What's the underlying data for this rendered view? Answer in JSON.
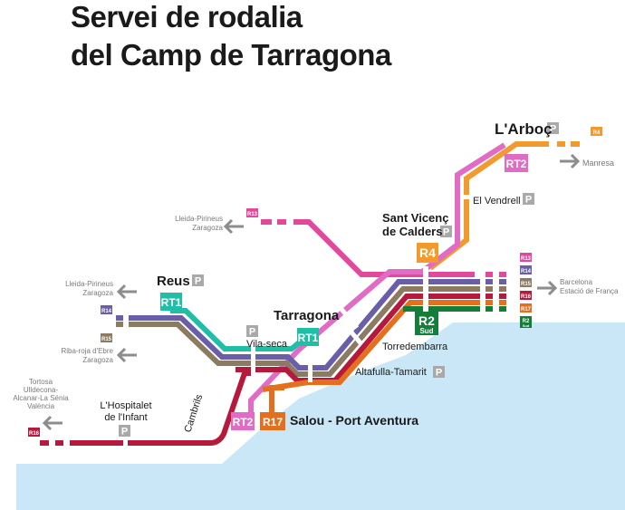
{
  "title": {
    "line1": "Servei de rodalia",
    "line2": "del Camp de Tarragona"
  },
  "colors": {
    "R4": "#f39a2e",
    "RT2": "#e06cc6",
    "RT1": "#1fbfa7",
    "R13": "#e2499c",
    "R14": "#6b5ea8",
    "R15": "#8b7b62",
    "R16": "#b51a3d",
    "R17": "#e4701e",
    "R2Sud": "#137d3a",
    "sea": "#c9e7f7",
    "arrow": "#8d8d8d",
    "parking": "#a9a9a9"
  },
  "stations": {
    "larboc": "L'Arboç",
    "el_vendrell": "El Vendrell",
    "sant_vicenc_1": "Sant Vicenç",
    "sant_vicenc_2": "de Calders",
    "reus": "Reus",
    "tarragona": "Tarragona",
    "vila_seca": "Vila-seca",
    "torredembarra": "Torredembarra",
    "altafulla": "Altafulla-Tamarit",
    "salou": "Salou - Port Aventura",
    "hospitalet_1": "L'Hospitalet",
    "hospitalet_2": "de l'Infant",
    "cambrils": "Cambrils"
  },
  "destinations": {
    "manresa": "Manresa",
    "lleida_zgz_top_1": "Lleida-Pirineus",
    "lleida_zgz_top_2": "Zaragoza",
    "lleida_zgz_left_1": "Lleida-Pirineus",
    "lleida_zgz_left_2": "Zaragoza",
    "riba_roja_1": "Riba-roja d'Ebre",
    "riba_roja_2": "Zaragoza",
    "barcelona_1": "Barcelona",
    "barcelona_2": "Estació de França",
    "tortosa_1": "Tortosa",
    "tortosa_2": "Ulldecona-",
    "tortosa_3": "Alcanar-La Sénia",
    "tortosa_4": "València"
  },
  "badges": {
    "rt1_reus": "RT1",
    "rt1_tarragona": "RT1",
    "rt2_larboc": "RT2",
    "rt2_salou": "RT2",
    "r17_salou": "R17",
    "r4_sant_vicenc": "R4",
    "r2_main": "R2",
    "r2_sub": "Sud",
    "r4_small": "R4",
    "r13_small": "R13",
    "r13_right": "R13",
    "r14_right": "R14",
    "r15_right": "R15",
    "r16_right": "R16",
    "r17_right": "R17",
    "r2_right": "R2",
    "r2_right_sub": "Sud",
    "r14_left": "R14",
    "r15_left": "R15",
    "r16_left": "R16"
  },
  "parking_symbol": "P"
}
